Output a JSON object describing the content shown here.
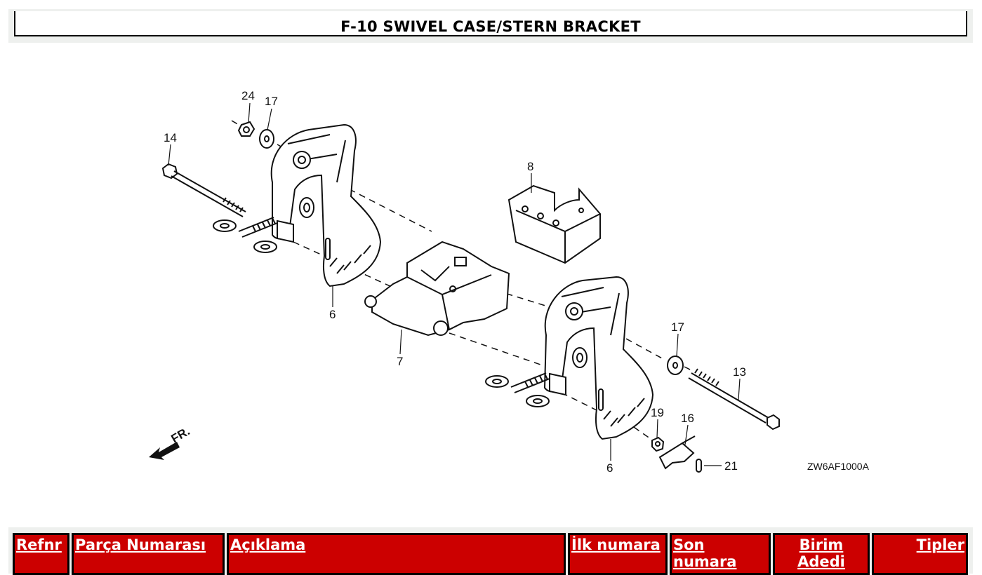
{
  "page": {
    "title": "F-10 SWIVEL CASE/STERN BRACKET"
  },
  "diagram": {
    "callouts": [
      "24",
      "17",
      "14",
      "8",
      "6",
      "7",
      "17",
      "13",
      "19",
      "16",
      "21",
      "6"
    ],
    "front_label": "FR.",
    "drawing_code": "ZW6AF1000A"
  },
  "table": {
    "headers": [
      "Refnr",
      "Parça Numarası",
      "Açıklama",
      "İlk numara",
      "Son numara",
      "Birim Adedi",
      "Tipler"
    ]
  }
}
